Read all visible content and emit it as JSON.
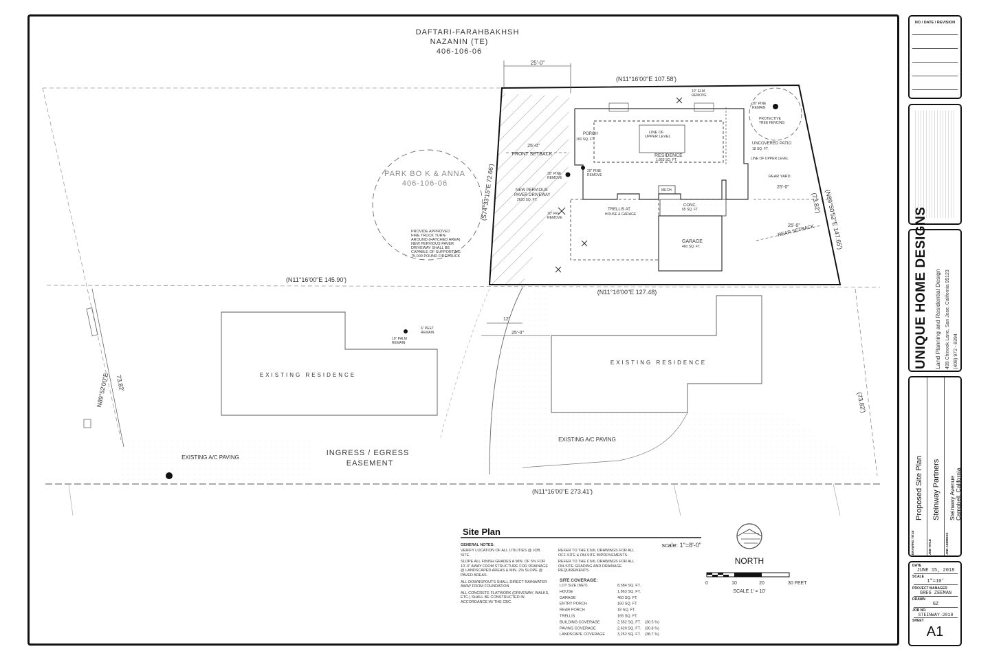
{
  "neighbors": {
    "north": {
      "line1": "DAFTARI-FARAHBAKHSH",
      "line2": "NAZANIN (TE)",
      "apn": "406-106-06"
    },
    "west": {
      "line1": "PARK BO K & ANNA",
      "apn": "406-106-06"
    }
  },
  "dimensions": {
    "setback_top": "25'-0\"",
    "north_line": "(N11°16'00\"E 107.58')",
    "west_line": "(S74°33'15\"E 72.66')",
    "east_line": "(N89°50'52\"E 147.65')",
    "east_short": "(73.82')",
    "mid_line": "(N11°16'00\"E 145.90')",
    "mid_line_right": "(N11°16'00\"E 127.48)",
    "bottom_line": "(N11°16'00\"E 273.41')",
    "left_bearing": "N89°52'00\"E",
    "left_dist": "73.82'",
    "right_dist": "(73.82')",
    "drive_12": "12'",
    "drive_25": "25'-0\"",
    "rear_25": "25'-0\"",
    "front_25": "25'-0\""
  },
  "labels": {
    "front_setback": "FRONT SETBACK",
    "rear_setback": "REAR SETBACK",
    "porch": "PORCH",
    "porch_area": "160 SQ. FT.",
    "line_upper_1": "LINE OF",
    "line_upper_2": "UPPER LEVEL",
    "residence": "RESIDENCE",
    "residence_area": "1,863 SQ. FT.",
    "uncovered_patio": "UNCOVERED PATIO",
    "patio_area": "18 SQ. FT.",
    "line_upper_b": "LINE OF UPPER LEVEL",
    "rear_yard": "REAR YARD",
    "mech": "MECH.",
    "conc": "CONC.",
    "conc_area": "65 SQ. FT.",
    "trellis": "TRELLIS AT",
    "trellis2": "HOUSE & GARAGE",
    "garage": "GARAGE",
    "garage_area": "460 SQ. FT.",
    "new_driveway_1": "NEW PERVIOUS",
    "new_driveway_2": "PAVER DRIVEWAY",
    "new_driveway_3": "2620 SQ. FT.",
    "fire_1": "PROVIDE APPROVED",
    "fire_2": "FIRE TRUCK TURN-",
    "fire_3": "AROUND (HATCHED AREA)",
    "fire_4": "NEW PERVIOUS PAVER",
    "fire_5": "DRIVEWAY SHALL BE",
    "fire_6": "CAPABLE OF SUPPORTING",
    "fire_7": "75,000 POUND FIRETRUCK",
    "pine_remain_1": "30\" PINE",
    "pine_remain_2": "REMAIN",
    "protective_1": "PROTECTIVE",
    "protective_2": "TREE FENCING",
    "elm_1": "10\" ELM",
    "elm_2": "REMOVE",
    "pine_remove_1": "30\" PINE",
    "pine_remove_2": "REMOVE",
    "pine_remove_b1": "20\" PINE",
    "pine_remove_b2": "REMOVE",
    "fig_1": "10\" FIG",
    "fig_2": "REMOVE",
    "palm_1": "10\" PALM",
    "palm_2": "REMAIN",
    "peet_1": "6\" PEET",
    "peet_2": "REMAIN",
    "existing_res_left": "EXISTING  RESIDENCE",
    "existing_res_right": "EXISTING  RESIDENCE",
    "paving_left": "EXISTING A/C PAVING",
    "paving_right": "EXISTING A/C PAVING",
    "ingress": "INGRESS / EGRESS",
    "easement": "EASEMENT"
  },
  "site_plan": {
    "title": "Site Plan",
    "scale": "scale: 1\"=8'-0\"",
    "notes_heading": "GENERAL NOTES:",
    "notes": [
      "VERIFY LOCATION OF ALL UTILITIES @ JOB SITE.",
      "SLOPE ALL FINISH GRADES A MIN. OF 5% FOR 10'-0\" AWAY FROM STRUCTURE FOR DRAINAGE @ LANDSCAPED AREAS & MIN. 2% SLOPE @ PAVED AREAS.",
      "ALL DOWNSPOUTS SHALL DIRECT RAINWATER AWAY FROM FOUNDATION",
      "ALL CONCRETE FLATWORK (DRIVEWAY, WALKS, ETC.) SHALL BE CONSTRUCTED IN ACCORDANCE W/ THE CBC."
    ],
    "notes2": [
      "REFER TO THE CIVIL DRAWINGS FOR ALL OFF-SITE & ON-SITE IMPROVEMENTS.",
      "REFER TO THE CIVIL DRAWINGS FOR ALL ON-SITE GRADING AND DRAINAGE REQUIREMENTS."
    ],
    "coverage_heading": "SITE COVERAGE:",
    "coverage": [
      {
        "label": "LOT SIZE (NET)",
        "value": "8,584 SQ. FT.",
        "pct": ""
      },
      {
        "label": "HOUSE",
        "value": "1,863 SQ. FT.",
        "pct": ""
      },
      {
        "label": "GARAGE",
        "value": "460 SQ. FT.",
        "pct": ""
      },
      {
        "label": "ENTRY PORCH",
        "value": "160 SQ. FT.",
        "pct": ""
      },
      {
        "label": "REAR PORCH",
        "value": "18 SQ. FT.",
        "pct": ""
      },
      {
        "label": "TRELLIS",
        "value": "165 SQ. FT.",
        "pct": ""
      },
      {
        "label": "BUILDING COVERAGE",
        "value": "2,552 SQ. FT.",
        "pct": "(30.5 %)"
      },
      {
        "label": "PAVING COVERAGE",
        "value": "2,620 SQ. FT.",
        "pct": "(30.8 %)"
      },
      {
        "label": "LANDSCAPE COVERAGE",
        "value": "3,252 SQ. FT.",
        "pct": "(38.7 %)"
      }
    ]
  },
  "north": {
    "label": "NORTH",
    "scale_label": "SCALE  1' = 10'",
    "ticks": [
      "0",
      "10",
      "20",
      "30 FEET"
    ]
  },
  "title_block": {
    "revision_head": "NO / DATE / REVISION",
    "firm_name": "UNIQUE HOME DESIGNS",
    "firm_tag1": "Land Planning    and    Residential Design",
    "firm_tag2": "499 Chinook Lane,  San Jose,  California  95123",
    "firm_phone": "(408) 972 - 8394",
    "drawing_title_label": "DRAWING TITLE",
    "drawing_title": "Proposed Site Plan",
    "job_title_label": "JOB TITLE",
    "job_title": "Steinway Partners",
    "job_address_label": "JOB ADDRESS",
    "job_address_1": "Steinway Avenue",
    "job_address_2": "Campbell, California",
    "date_label": "DATE",
    "date": "JUNE 15, 2018",
    "scale_label": "SCALE",
    "scale": "1\"=10'",
    "pm_label": "PROJECT MANAGER",
    "pm": "GREG ZEEMAN",
    "drawn_label": "DRAWN",
    "drawn": "GZ",
    "job_no_label": "JOB NO.",
    "job_no": "STEINWAY-2018",
    "sheet_label": "SHEET",
    "sheet": "A1"
  }
}
